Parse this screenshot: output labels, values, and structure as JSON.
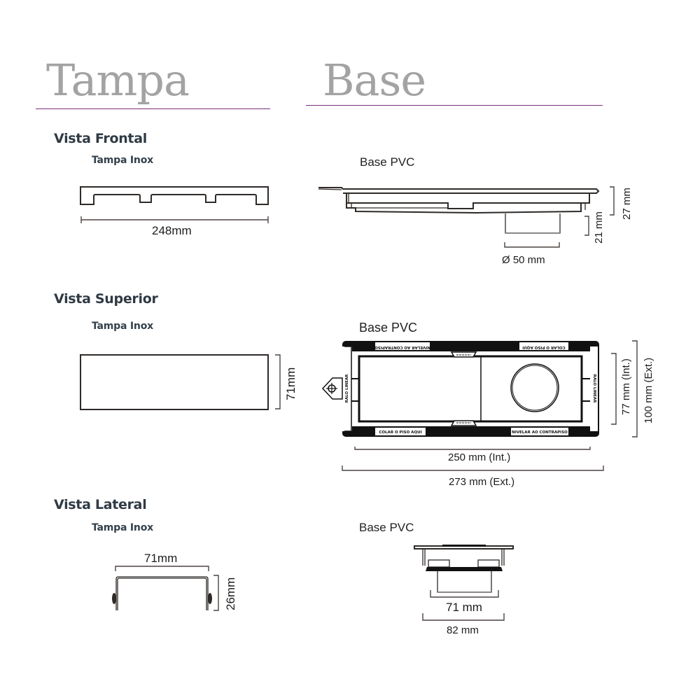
{
  "headers": {
    "tampa": "Tampa",
    "base": "Base",
    "rule_color": "#7a2f7e",
    "title_color": "#a3a3a3"
  },
  "views": {
    "frontal": {
      "title": "Vista Frontal",
      "tampa_label": "Tampa Inox",
      "tampa_width": "248mm",
      "base_label": "Base PVC",
      "base_height_total": "27 mm",
      "base_height_outlet": "21 mm",
      "base_outlet_diameter": "Ø  50 mm"
    },
    "superior": {
      "title": "Vista Superior",
      "tampa_label": "Tampa Inox",
      "tampa_depth": "71mm",
      "base_label": "Base PVC",
      "base_width_int": "250 mm (Int.)",
      "base_width_ext": "273 mm (Ext.)",
      "base_depth_int": "77 mm (Int.)",
      "base_depth_ext": "100 mm (Ext.)",
      "plate_texts": {
        "top_left": "NIVELAR AO CONTRAPISO",
        "top_right": "COLAR O PISO AQUI",
        "bottom_left": "COLAR O PISO AQUI",
        "bottom_right": "NIVELAR AO CONTRAPISO",
        "side_left": "RALO LINEAR",
        "side_right": "RALO LINEAR"
      }
    },
    "lateral": {
      "title": "Vista Lateral",
      "tampa_label": "Tampa Inox",
      "tampa_width": "71mm",
      "tampa_height": "26mm",
      "base_label": "Base PVC",
      "base_width_outlet": "71 mm",
      "base_width_total": "82 mm"
    }
  }
}
